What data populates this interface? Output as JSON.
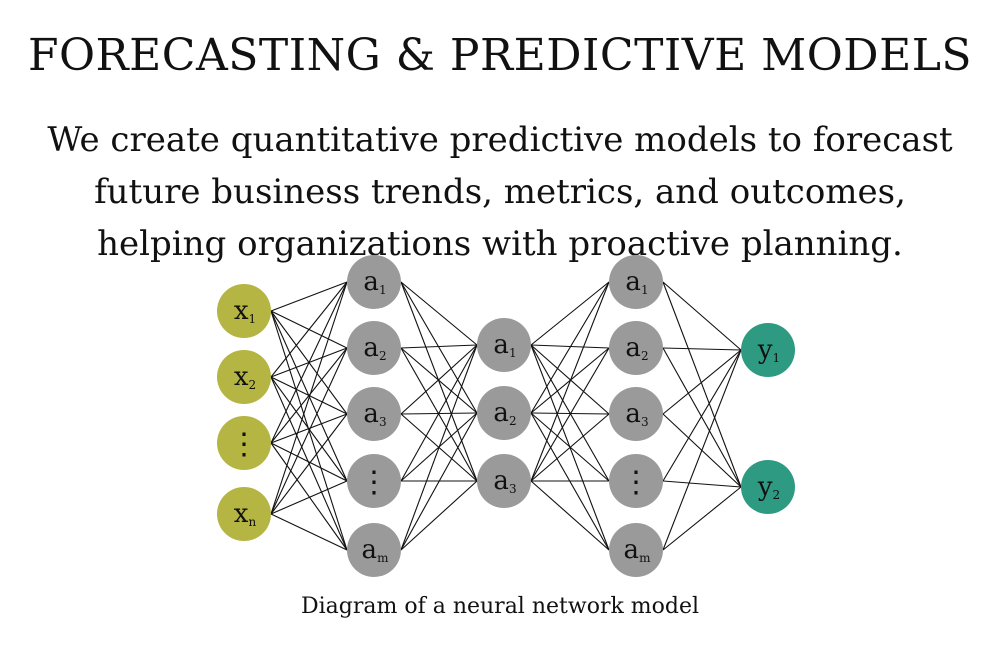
{
  "title": "FORECASTING & PREDICTIVE MODELS",
  "description": "We create quantitative predictive models to forecast future business trends, metrics, and outcomes, helping organizations with proactive planning.",
  "caption": "Diagram of a neural network model",
  "colors": {
    "input": "#b5b544",
    "hidden": "#9a9a9a",
    "output": "#2f9a82",
    "edge": "#111111"
  },
  "network": {
    "layers": [
      {
        "name": "input",
        "color_key": "input",
        "nodes": [
          {
            "base": "x",
            "sub": "1"
          },
          {
            "base": "x",
            "sub": "2"
          },
          {
            "base": "⋮",
            "sub": ""
          },
          {
            "base": "x",
            "sub": "n"
          }
        ]
      },
      {
        "name": "hidden-1",
        "color_key": "hidden",
        "nodes": [
          {
            "base": "a",
            "sub": "1"
          },
          {
            "base": "a",
            "sub": "2"
          },
          {
            "base": "a",
            "sub": "3"
          },
          {
            "base": "⋮",
            "sub": ""
          },
          {
            "base": "a",
            "sub": "m"
          }
        ]
      },
      {
        "name": "hidden-2",
        "color_key": "hidden",
        "nodes": [
          {
            "base": "a",
            "sub": "1"
          },
          {
            "base": "a",
            "sub": "2"
          },
          {
            "base": "a",
            "sub": "3"
          }
        ]
      },
      {
        "name": "hidden-3",
        "color_key": "hidden",
        "nodes": [
          {
            "base": "a",
            "sub": "1"
          },
          {
            "base": "a",
            "sub": "2"
          },
          {
            "base": "a",
            "sub": "3"
          },
          {
            "base": "⋮",
            "sub": ""
          },
          {
            "base": "a",
            "sub": "m"
          }
        ]
      },
      {
        "name": "output",
        "color_key": "output",
        "nodes": [
          {
            "base": "y",
            "sub": "1"
          },
          {
            "base": "y",
            "sub": "2"
          }
        ]
      }
    ]
  }
}
